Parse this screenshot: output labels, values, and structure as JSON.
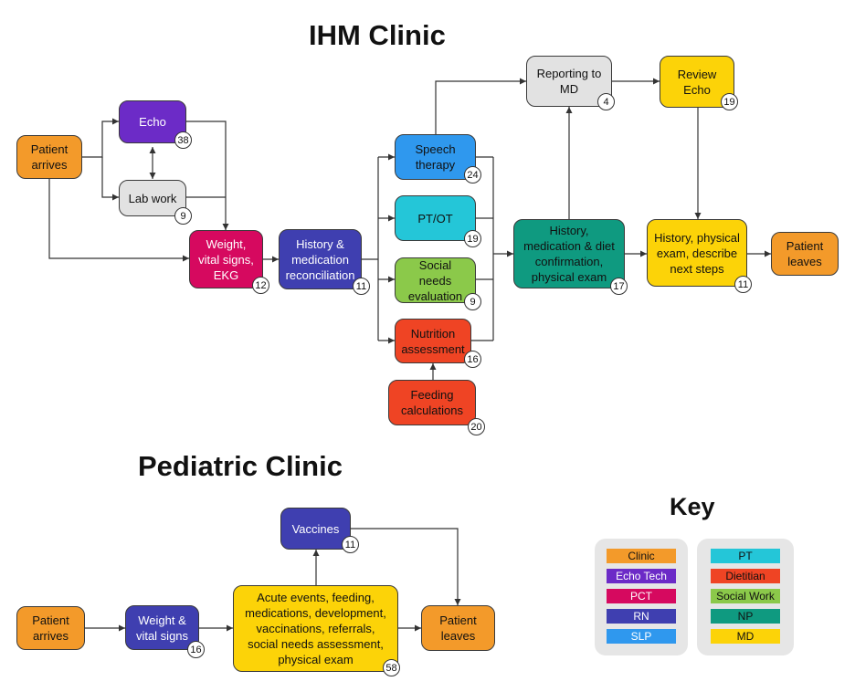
{
  "titles": {
    "ihm": "IHM Clinic",
    "pediatric": "Pediatric Clinic",
    "key": "Key"
  },
  "colors": {
    "clinic": "#f39a2a",
    "echo_tech": "#6c2bc7",
    "pct": "#d6095f",
    "rn": "#3f3fb0",
    "slp": "#2f98ee",
    "pt": "#24c6d8",
    "dietitian": "#ef4424",
    "social_work": "#8bc94a",
    "np": "#0f9a80",
    "md": "#fcd308",
    "lab": "#e2e2e2"
  },
  "ihm": {
    "patient_arrives": {
      "label": "Patient\narrives"
    },
    "echo": {
      "label": "Echo",
      "count": "38"
    },
    "lab_work": {
      "label": "Lab work",
      "count": "9"
    },
    "weight_vitals_ekg": {
      "label": "Weight,\nvital signs,\nEKG",
      "count": "12"
    },
    "history_med_rec": {
      "label": "History &\nmedication\nreconciliation",
      "count": "11"
    },
    "speech_therapy": {
      "label": "Speech\ntherapy",
      "count": "24"
    },
    "pt_ot": {
      "label": "PT/OT",
      "count": "19"
    },
    "social_needs": {
      "label": "Social needs\nevaluation",
      "count": "9"
    },
    "nutrition": {
      "label": "Nutrition\nassessment",
      "count": "16"
    },
    "feeding": {
      "label": "Feeding\ncalculations",
      "count": "20"
    },
    "reporting_md": {
      "label": "Reporting to\nMD",
      "count": "4"
    },
    "review_echo": {
      "label": "Review\nEcho",
      "count": "19"
    },
    "history_diet": {
      "label": "History,\nmedication & diet\nconfirmation,\nphysical exam",
      "count": "17"
    },
    "history_exam": {
      "label": "History, physical\nexam, describe\nnext steps",
      "count": "11"
    },
    "patient_leaves": {
      "label": "Patient\nleaves"
    }
  },
  "pediatric": {
    "patient_arrives": {
      "label": "Patient\narrives"
    },
    "weight_vitals": {
      "label": "Weight &\nvital signs",
      "count": "16"
    },
    "acute": {
      "label": "Acute events, feeding,\nmedications, development,\nvaccinations, referrals,\nsocial needs assessment,\nphysical exam",
      "count": "58"
    },
    "vaccines": {
      "label": "Vaccines",
      "count": "11"
    },
    "patient_leaves": {
      "label": "Patient\nleaves"
    }
  },
  "key": {
    "left": [
      {
        "label": "Clinic",
        "color": "#f39a2a",
        "text": "#111111"
      },
      {
        "label": "Echo Tech",
        "color": "#6c2bc7",
        "text": "#ffffff"
      },
      {
        "label": "PCT",
        "color": "#d6095f",
        "text": "#ffffff"
      },
      {
        "label": "RN",
        "color": "#3f3fb0",
        "text": "#ffffff"
      },
      {
        "label": "SLP",
        "color": "#2f98ee",
        "text": "#ffffff"
      }
    ],
    "right": [
      {
        "label": "PT",
        "color": "#24c6d8",
        "text": "#111111"
      },
      {
        "label": "Dietitian",
        "color": "#ef4424",
        "text": "#111111"
      },
      {
        "label": "Social Work",
        "color": "#8bc94a",
        "text": "#111111"
      },
      {
        "label": "NP",
        "color": "#0f9a80",
        "text": "#111111"
      },
      {
        "label": "MD",
        "color": "#fcd308",
        "text": "#111111"
      }
    ]
  }
}
